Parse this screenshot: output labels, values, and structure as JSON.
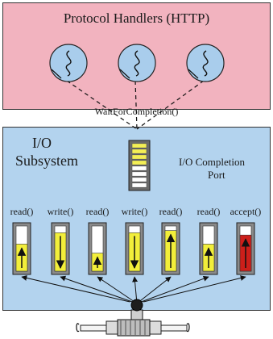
{
  "protocol_handlers": {
    "title": "Protocol Handlers (HTTP)",
    "threads": [
      {
        "icon": "thread-squiggle-icon"
      },
      {
        "icon": "thread-squiggle-icon"
      },
      {
        "icon": "thread-squiggle-icon"
      }
    ]
  },
  "wait_label": "WaitForCompletion()",
  "io_subsystem": {
    "title_line1": "I/O",
    "title_line2": "Subsystem",
    "completion_port": {
      "label_line1": "I/O Completion",
      "label_line2": "Port",
      "queued_slots": 4,
      "total_slots": 8
    },
    "operations": [
      {
        "label": "read()",
        "direction": "up",
        "fill": 0.6,
        "color": "#f2ee3a"
      },
      {
        "label": "write()",
        "direction": "down",
        "fill": 0.85,
        "color": "#f2ee3a"
      },
      {
        "label": "read()",
        "direction": "up",
        "fill": 0.4,
        "color": "#f2ee3a"
      },
      {
        "label": "write()",
        "direction": "down",
        "fill": 0.85,
        "color": "#f2ee3a"
      },
      {
        "label": "read()",
        "direction": "up",
        "fill": 0.9,
        "color": "#f2ee3a"
      },
      {
        "label": "read()",
        "direction": "up",
        "fill": 0.6,
        "color": "#f2ee3a"
      },
      {
        "label": "accept()",
        "direction": "up",
        "fill": 0.8,
        "color": "#cc1f1a"
      }
    ]
  },
  "network_connector": {
    "icon": "network-cable-connector-icon"
  },
  "colors": {
    "protocol_bg": "#f2b3bf",
    "io_bg": "#b3d3ee",
    "thread_circle": "#a9cdec",
    "slot_frame": "#8a8a8a",
    "queue_fill": "#f4ef55"
  }
}
